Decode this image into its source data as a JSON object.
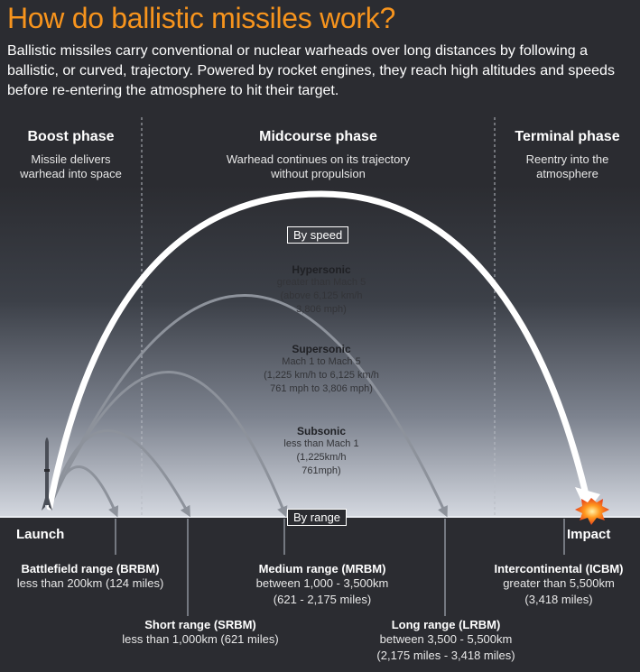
{
  "title": "How do ballistic missiles work?",
  "intro": "Ballistic missiles carry conventional or nuclear warheads over long distances by following a ballistic, or curved, trajectory. Powered by rocket engines, they reach high altitudes and speeds before re-entering the atmosphere to hit their target.",
  "phases": [
    {
      "title": "Boost phase",
      "desc_lines": [
        "Missile delivers",
        "warhead into space"
      ]
    },
    {
      "title": "Midcourse phase",
      "desc_lines": [
        "Warhead continues on its trajectory",
        "without propulsion"
      ]
    },
    {
      "title": "Terminal phase",
      "desc_lines": [
        "Reentry into the",
        "atmosphere"
      ]
    }
  ],
  "by_speed_label": "By speed",
  "by_range_label": "By range",
  "speeds": [
    {
      "name": "Hypersonic",
      "desc_lines": [
        "greater than Mach 5",
        "(above 6,125 km/h",
        "3,806 mph)"
      ]
    },
    {
      "name": "Supersonic",
      "desc_lines": [
        "Mach 1 to Mach 5",
        "(1,225 km/h to 6,125 km/h",
        "761 mph to 3,806 mph)"
      ]
    },
    {
      "name": "Subsonic",
      "desc_lines": [
        "less than Mach 1",
        "(1,225km/h",
        "761mph)"
      ]
    }
  ],
  "launch_label": "Launch",
  "impact_label": "Impact",
  "ranges": [
    {
      "name": "Battlefield range (BRBM)",
      "desc_lines": [
        "less than 200km (124 miles)"
      ]
    },
    {
      "name": "Short range (SRBM)",
      "desc_lines": [
        "less than 1,000km (621 miles)"
      ]
    },
    {
      "name": "Medium range (MRBM)",
      "desc_lines": [
        "between 1,000 - 3,500km",
        "(621 - 2,175 miles)"
      ]
    },
    {
      "name": "Long range (LRBM)",
      "desc_lines": [
        "between 3,500 - 5,500km",
        "(2,175 miles - 3,418 miles)"
      ]
    },
    {
      "name": "Intercontinental (ICBM)",
      "desc_lines": [
        "greater than 5,500km",
        "(3,418 miles)"
      ]
    }
  ],
  "colors": {
    "title_orange": "#f7941d",
    "background": "#2b2c31",
    "sky_light": "#d4d8e0",
    "trajectory": "#ffffff"
  }
}
